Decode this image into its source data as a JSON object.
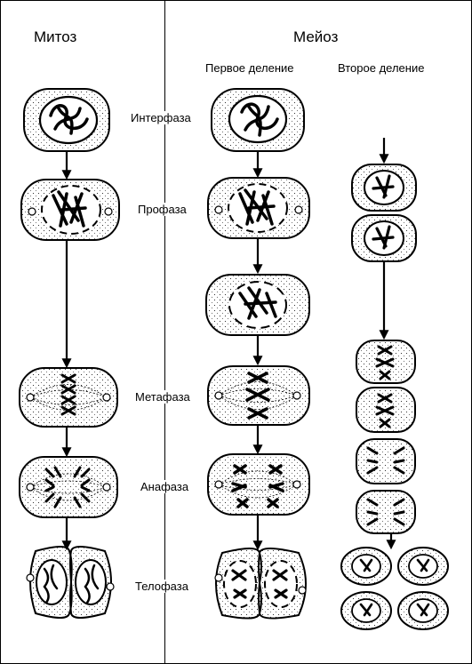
{
  "headings": {
    "mitosis": "Митоз",
    "meiosis": "Мейоз",
    "first_division": "Первое деление",
    "second_division": "Второе деление"
  },
  "phases": {
    "interphase": "Интерфаза",
    "prophase": "Профаза",
    "metaphase": "Метафаза",
    "anaphase": "Анафаза",
    "telophase": "Телофаза"
  }
}
